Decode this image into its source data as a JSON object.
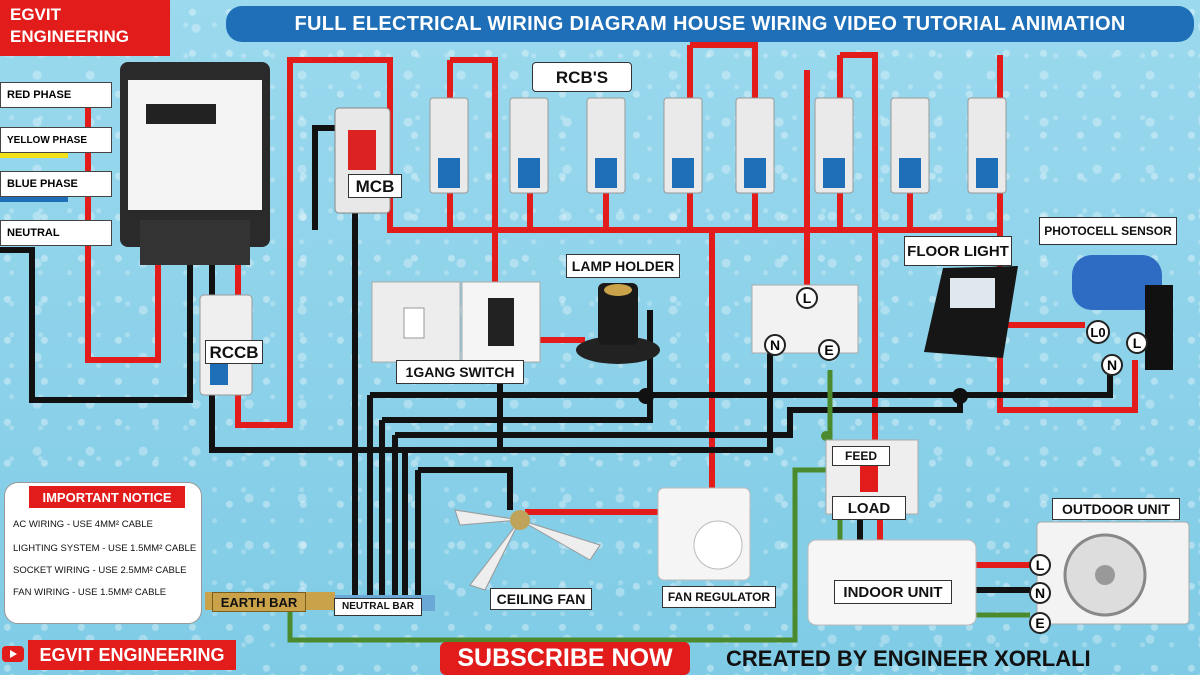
{
  "title": "FULL ELECTRICAL WIRING DIAGRAM HOUSE WIRING VIDEO TUTORIAL ANIMATION",
  "brand": {
    "line1": "EGVIT",
    "line2": "ENGINEERING",
    "footer": "EGVIT ENGINEERING"
  },
  "phases": {
    "red": "RED PHASE",
    "yellow": "YELLOW PHASE",
    "blue": "BLUE PHASE",
    "neutral": "NEUTRAL"
  },
  "components": {
    "mcb": "MCB",
    "rccb": "RCCB",
    "rcbs": "RCB'S",
    "lamp_holder": "LAMP HOLDER",
    "switch": "1GANG SWITCH",
    "floor_light": "FLOOR LIGHT",
    "photocell": "PHOTOCELL SENSOR",
    "feed": "FEED",
    "load": "LOAD",
    "outdoor_unit": "OUTDOOR UNIT",
    "indoor_unit": "INDOOR UNIT",
    "ceiling_fan": "CEILING FAN",
    "fan_regulator": "FAN REGULATOR",
    "earth_bar": "EARTH BAR",
    "neutral_bar": "NEUTRAL BAR"
  },
  "terminals": {
    "L": "L",
    "N": "N",
    "E": "E",
    "LO": "L0"
  },
  "notice": {
    "heading": "IMPORTANT NOTICE",
    "rows": [
      "AC WIRING -  USE 4MM² CABLE",
      "LIGHTING SYSTEM -  USE 1.5MM² CABLE",
      "SOCKET WIRING -  USE 2.5MM² CABLE",
      "FAN WIRING -  USE 1.5MM² CABLE"
    ]
  },
  "subscribe": "SUBSCRIBE NOW",
  "credit": "CREATED BY ENGINEER XORLALI",
  "colors": {
    "red": "#e21b1b",
    "black": "#111111",
    "green": "#4c8a2e",
    "yellow": "#f3e21a",
    "blue": "#1e6fb8"
  }
}
